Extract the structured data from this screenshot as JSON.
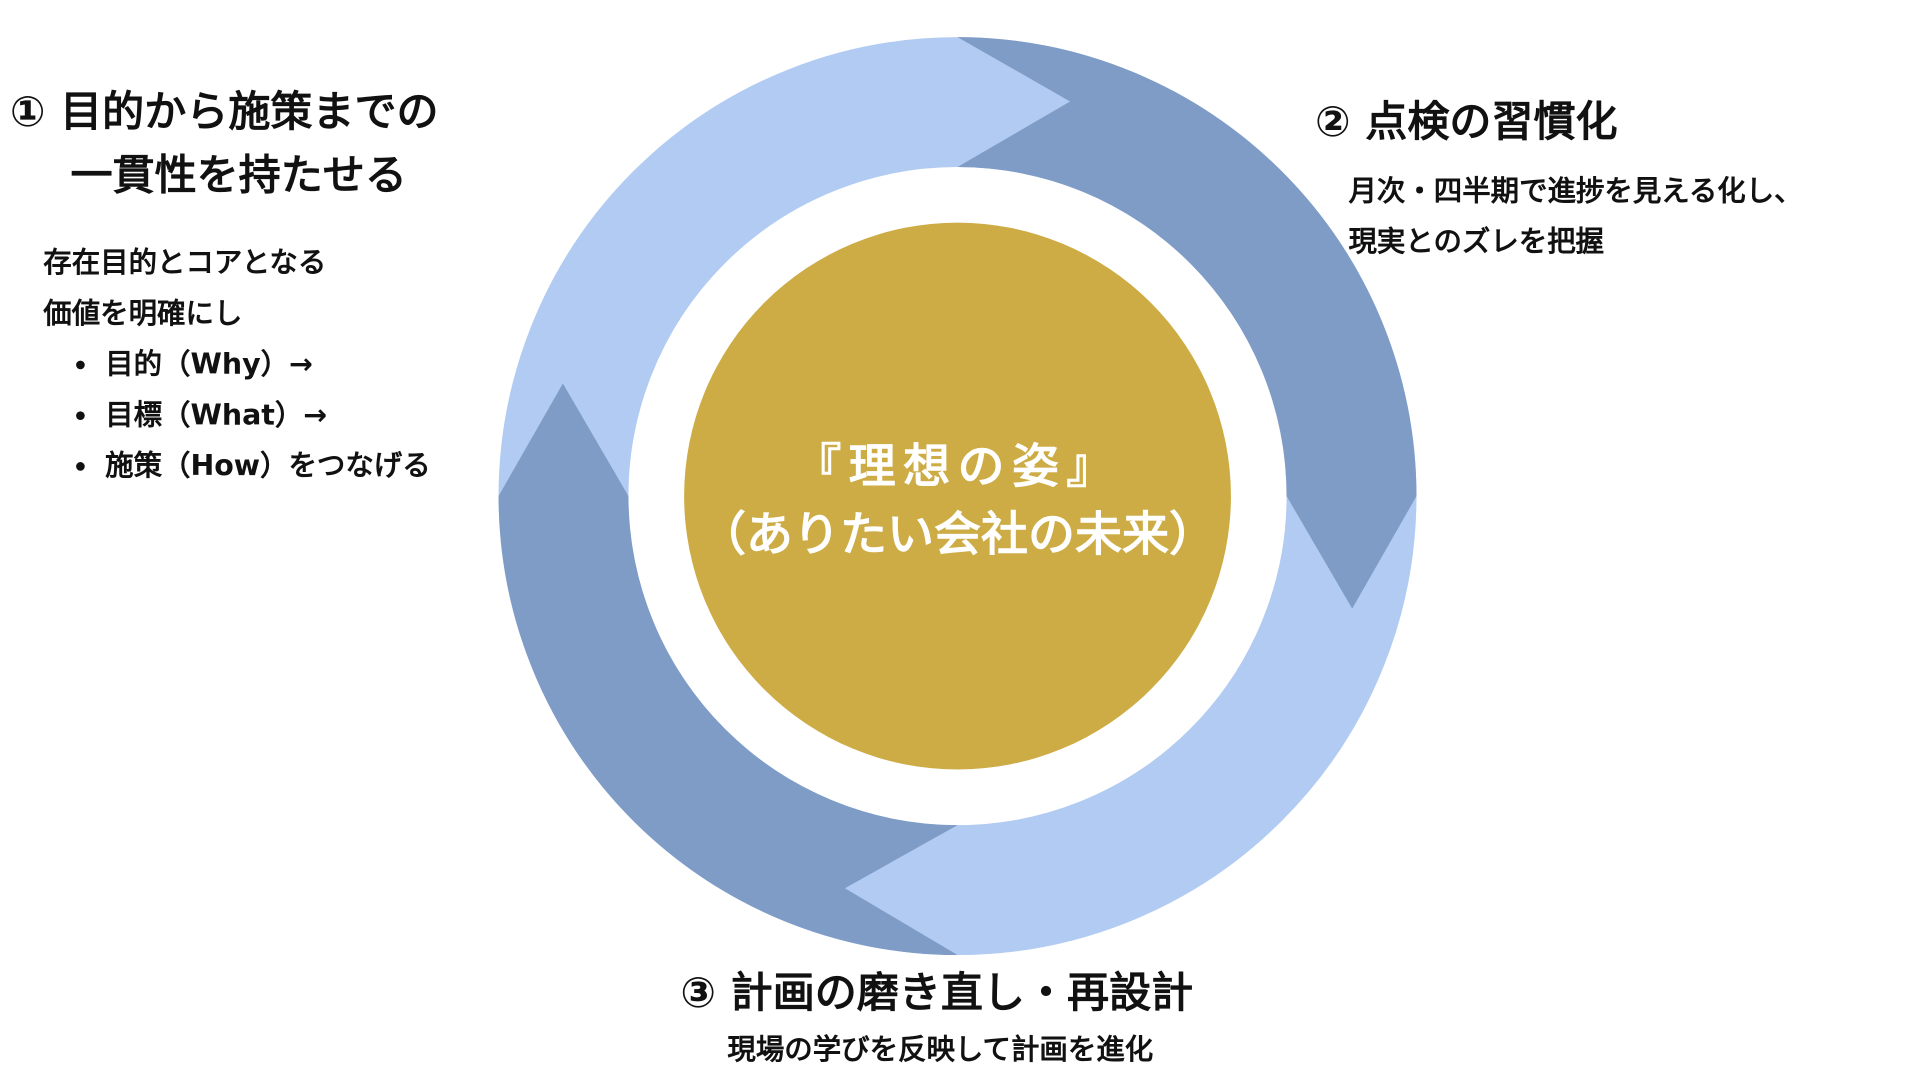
{
  "colors": {
    "ring_light": "#b1cbf2",
    "ring_dark": "#7f9cc6",
    "center": "#cdac45",
    "text": "#111111",
    "center_text": "#ffffff"
  },
  "center": {
    "line1": "『理想の姿』",
    "line2": "（ありたい会社の未来）"
  },
  "step1": {
    "title_line1": "① 目的から施策までの",
    "title_line2": "一貫性を持たせる",
    "body_line1": "存在目的とコアとなる",
    "body_line2": "価値を明確にし",
    "bullets": [
      "目的（Why）→",
      "目標（What）→",
      "施策（How）をつなげる"
    ]
  },
  "step2": {
    "title": "② 点検の習慣化",
    "body_line1": "月次・四半期で進捗を見える化し、",
    "body_line2": "現実とのズレを把握"
  },
  "step3": {
    "title": "③ 計画の磨き直し・再設計",
    "body": "現場の学びを反映して計画を進化"
  }
}
